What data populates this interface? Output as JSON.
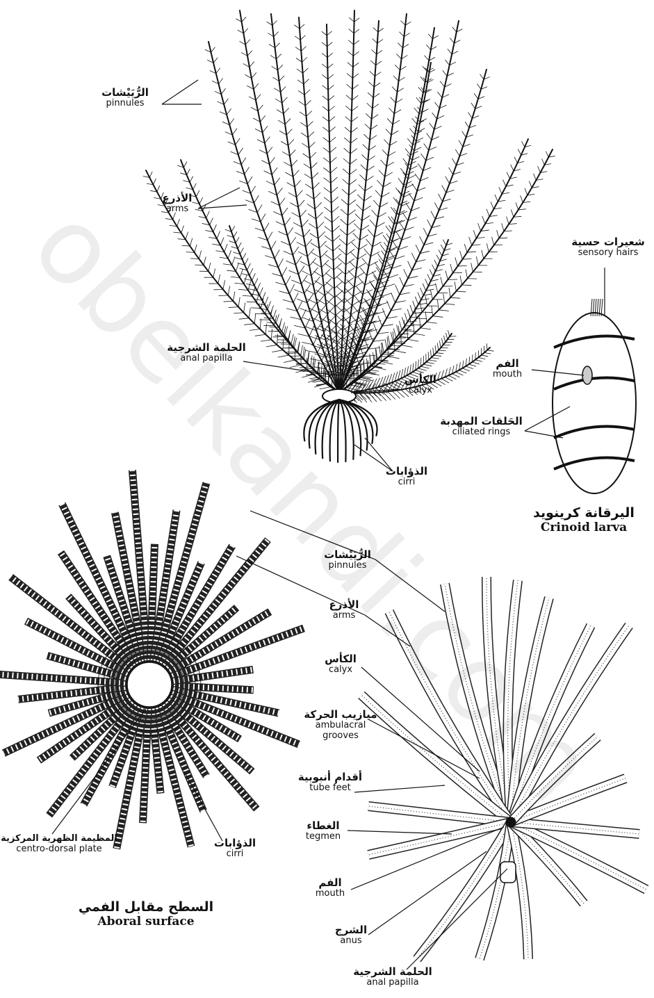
{
  "feather_star": {
    "pinnules": {
      "ar": "الرُّيَيْشات",
      "en": "pinnules"
    },
    "arms": {
      "ar": "الأذرع",
      "en": "arms"
    },
    "anal_papilla": {
      "ar": "الحلمة الشرجية",
      "en": "anal papilla"
    },
    "calyx": {
      "ar": "الكأس",
      "en": "calyx"
    },
    "cirri": {
      "ar": "الذؤابات",
      "en": "cirri"
    }
  },
  "larva": {
    "sensory_hairs": {
      "ar": "شعيرات حسية",
      "en": "sensory hairs"
    },
    "mouth": {
      "ar": "الفم",
      "en": "mouth"
    },
    "ciliated_rings": {
      "ar": "الحَلقات المهدبة",
      "en": "ciliated rings"
    },
    "caption": {
      "ar": "اليرقانة كرينويد",
      "en": "Crinoid larva"
    }
  },
  "aboral": {
    "centro_dorsal": {
      "ar": "المظيمة الظهرية المركزية",
      "en": "centro-dorsal plate"
    },
    "cirri": {
      "ar": "الذؤابات",
      "en": "cirri"
    },
    "caption": {
      "ar": "السطح مقابل الفمي",
      "en": "Aboral surface"
    }
  },
  "oral": {
    "pinnules": {
      "ar": "الرُّيَيْشات",
      "en": "pinnules"
    },
    "arms": {
      "ar": "الأذرع",
      "en": "arms"
    },
    "calyx": {
      "ar": "الكأس",
      "en": "calyx"
    },
    "ambulacral": {
      "ar": "ميازيب الحركة",
      "en": "ambulacral grooves"
    },
    "tube_feet": {
      "ar": "أقدام أنبوبية",
      "en": "tube feet"
    },
    "tegmen": {
      "ar": "الغطاء",
      "en": "tegmen"
    },
    "mouth": {
      "ar": "الفم",
      "en": "mouth"
    },
    "anus": {
      "ar": "الشرج",
      "en": "anus"
    },
    "anal_papilla": {
      "ar": "الحلمة الشرجية",
      "en": "anal papilla"
    }
  },
  "watermark": "obeikandi.com"
}
